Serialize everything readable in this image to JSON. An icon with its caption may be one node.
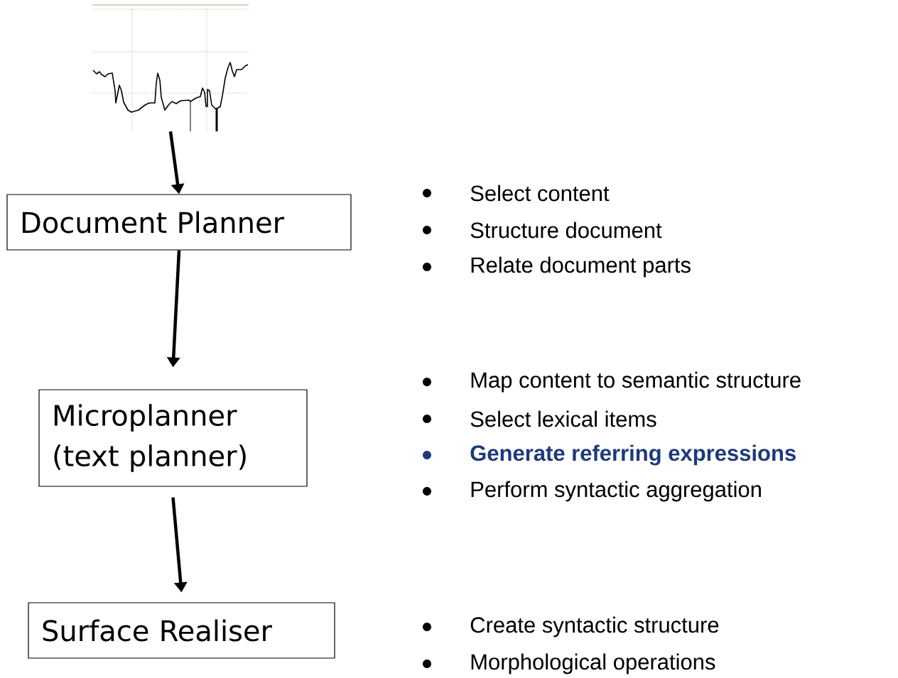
{
  "diagram": {
    "nodes": [
      {
        "text": [],
        "shape": "picture"
      },
      {
        "text": [
          "Document Planner"
        ]
      },
      {
        "text": [
          "Microplanner (text planner)"
        ]
      },
      {
        "text": [
          "Surface Realiser"
        ]
      }
    ],
    "edges": [
      {
        "from": 0,
        "to": 1,
        "arrow": "to"
      },
      {
        "from": 1,
        "to": 2,
        "arrow": "to"
      },
      {
        "from": 2,
        "to": 3,
        "arrow": "to"
      }
    ],
    "labels": [
      "Select content",
      "Structure document",
      "Relate document parts",
      "Map content to semantic structure",
      "Select lexical items",
      "Generate referring expressions",
      "Perform syntactic aggregation",
      "Create syntactic structure",
      "Morphological operations"
    ]
  }
}
